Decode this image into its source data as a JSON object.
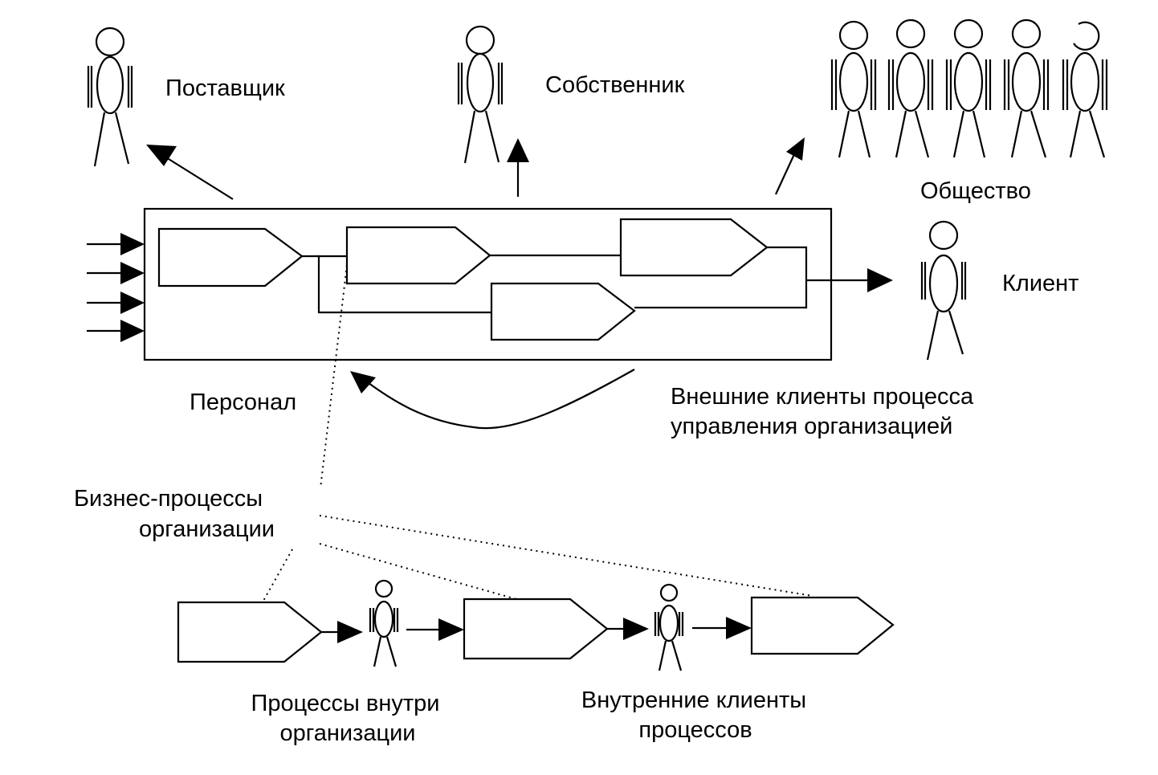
{
  "labels": {
    "supplier": "Поставщик",
    "owner": "Собственник",
    "society": "Общество",
    "client": "Клиент",
    "staff": "Персонал",
    "external_clients_line1": "Внешние клиенты процесса",
    "external_clients_line2": "управления организацией",
    "business_processes_line1": "Бизнес-процессы",
    "business_processes_line2": "организации",
    "internal_processes_line1": "Процессы внутри",
    "internal_processes_line2": "организации",
    "internal_clients_line1": "Внутренние клиенты",
    "internal_clients_line2": "процессов"
  },
  "colors": {
    "ink": "#000000",
    "background": "#ffffff"
  }
}
